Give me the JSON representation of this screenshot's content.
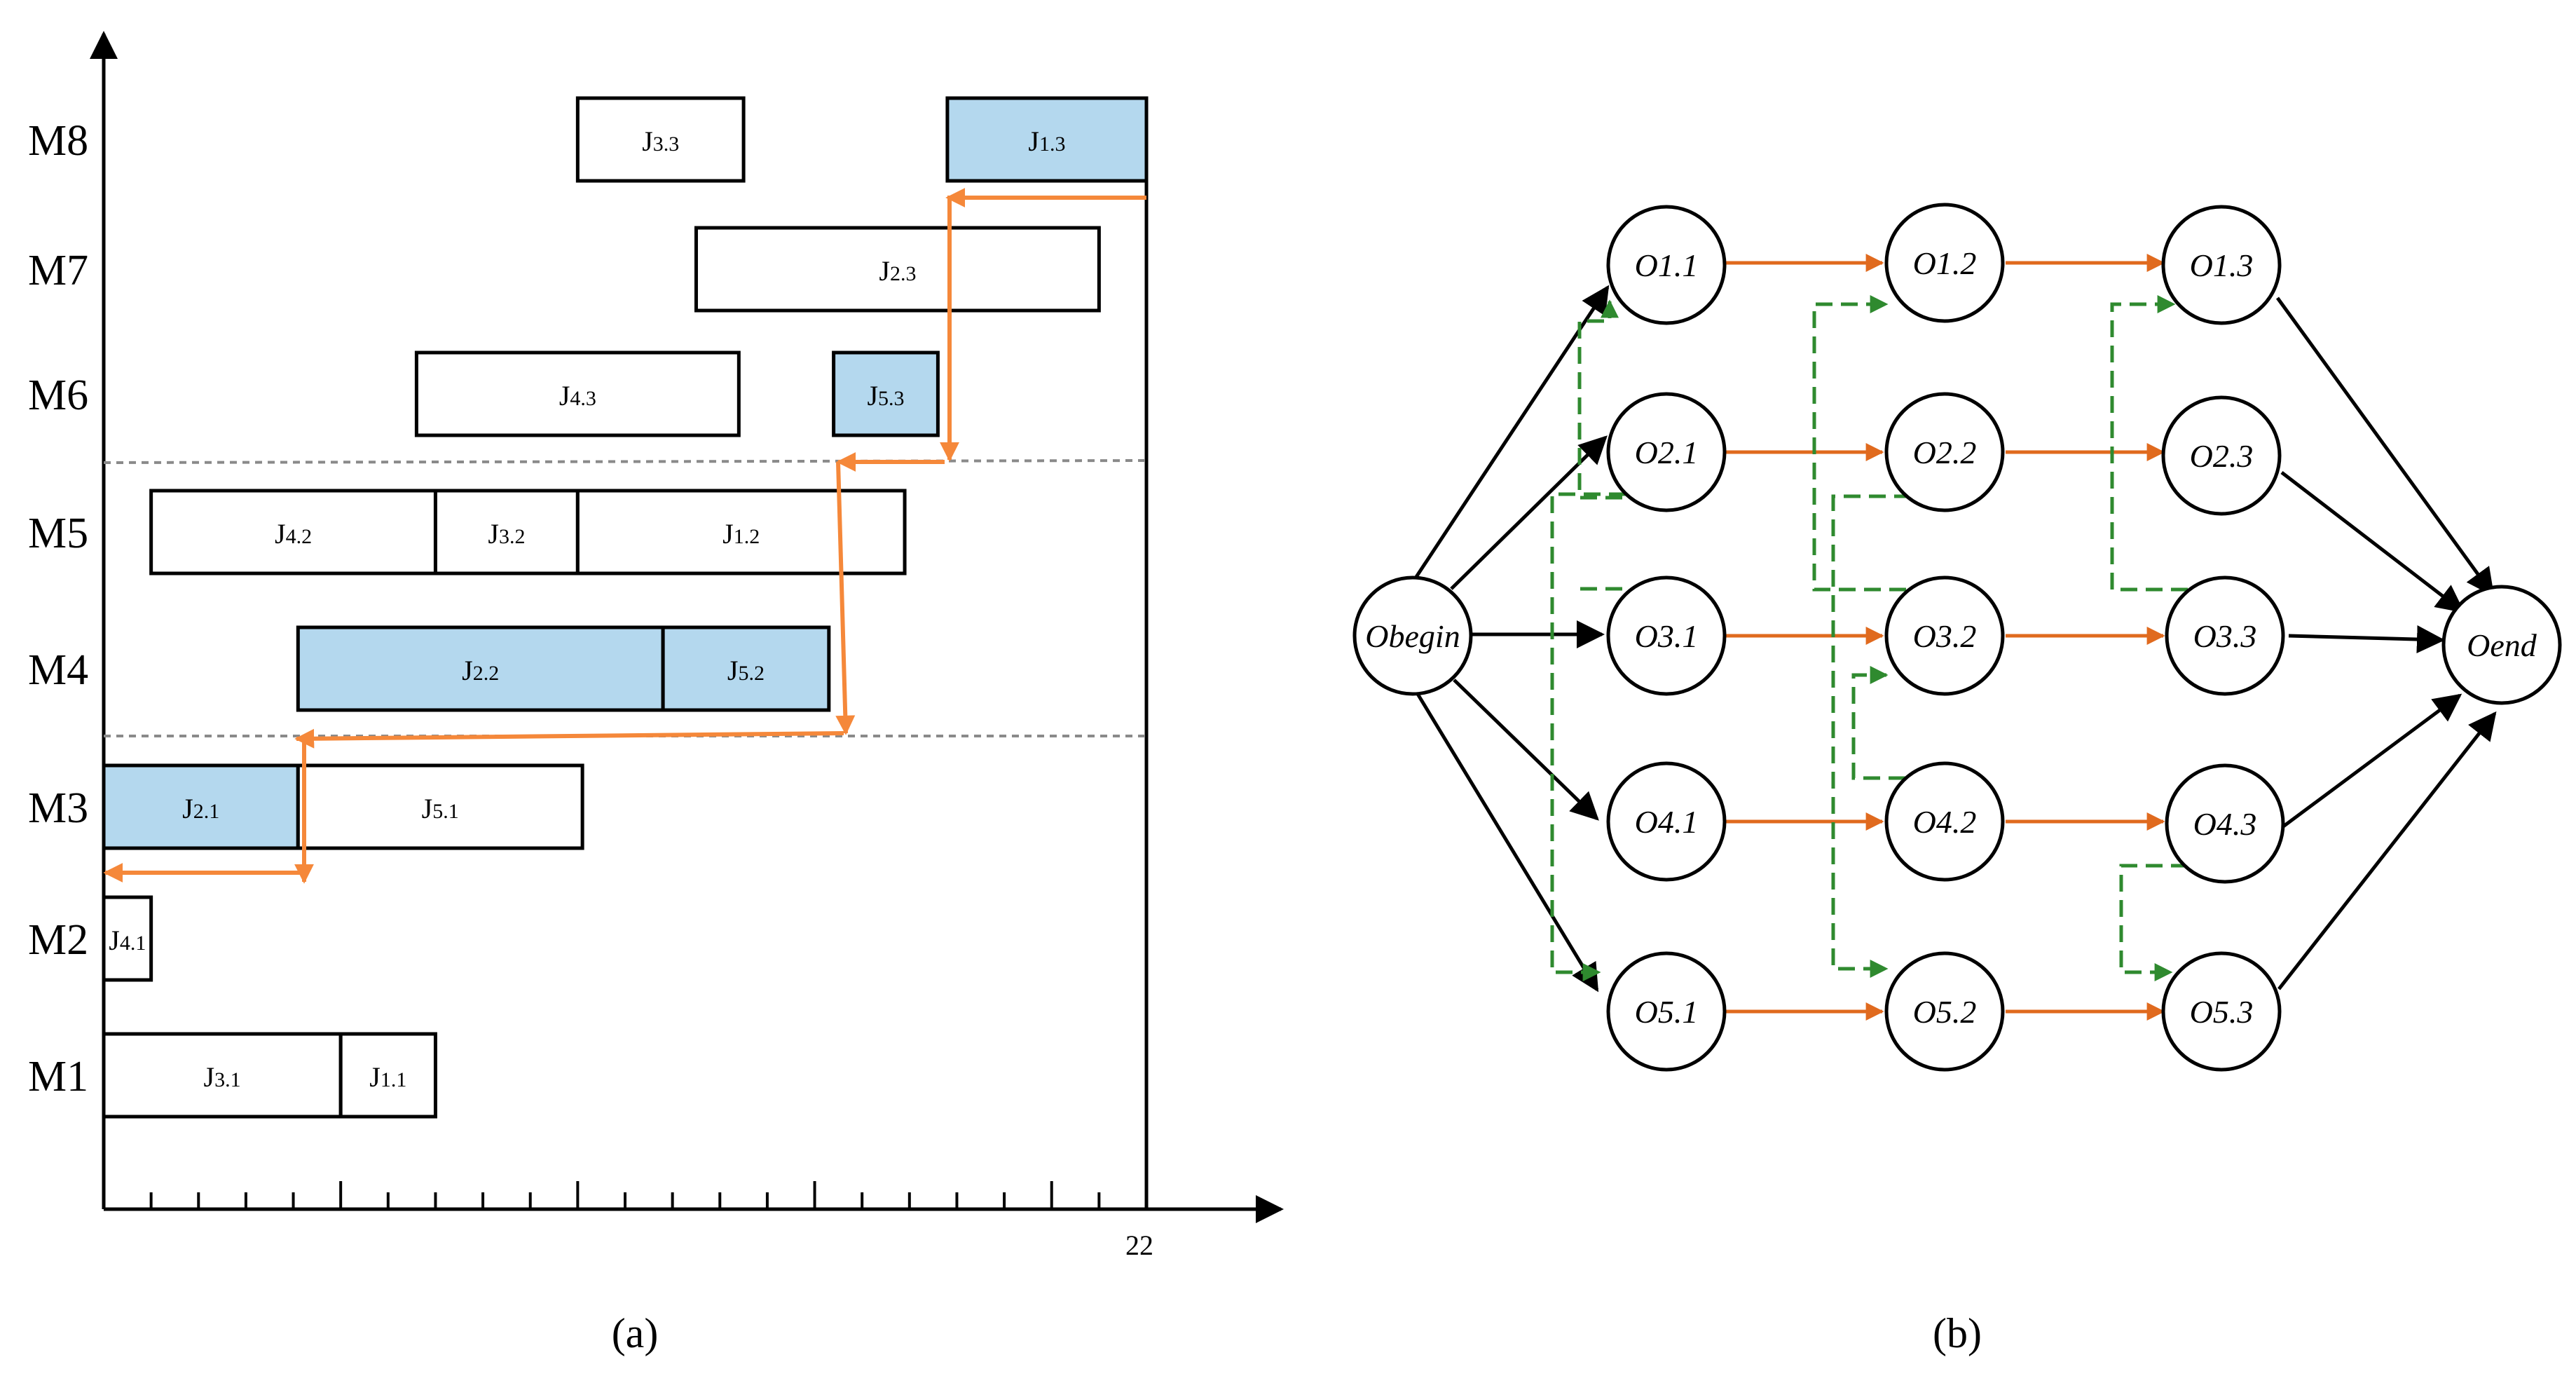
{
  "panel_a": {
    "label": "(a)",
    "x_tick_label": "22",
    "machines": [
      "M1",
      "M2",
      "M3",
      "M4",
      "M5",
      "M6",
      "M7",
      "M8"
    ],
    "operations": [
      {
        "machine": "M8",
        "text": "J",
        "sub": "3.3",
        "start": 10,
        "end": 13.5,
        "highlight": false
      },
      {
        "machine": "M8",
        "text": "J",
        "sub": "1.3",
        "start": 17.8,
        "end": 22,
        "highlight": true
      },
      {
        "machine": "M7",
        "text": "J",
        "sub": "2.3",
        "start": 12.5,
        "end": 21,
        "highlight": false
      },
      {
        "machine": "M6",
        "text": "J",
        "sub": "4.3",
        "start": 6.6,
        "end": 13.4,
        "highlight": false
      },
      {
        "machine": "M6",
        "text": "J",
        "sub": "5.3",
        "start": 15.4,
        "end": 17.6,
        "highlight": true
      },
      {
        "machine": "M5",
        "text": "J",
        "sub": "4.2",
        "start": 1,
        "end": 7,
        "highlight": false
      },
      {
        "machine": "M5",
        "text": "J",
        "sub": "3.2",
        "start": 7,
        "end": 10,
        "highlight": false
      },
      {
        "machine": "M5",
        "text": "J",
        "sub": "1.2",
        "start": 10,
        "end": 16.9,
        "highlight": false
      },
      {
        "machine": "M4",
        "text": "J",
        "sub": "2.2",
        "start": 4.1,
        "end": 11.8,
        "highlight": true
      },
      {
        "machine": "M4",
        "text": "J",
        "sub": "5.2",
        "start": 11.8,
        "end": 15.3,
        "highlight": true
      },
      {
        "machine": "M3",
        "text": "J",
        "sub": "2.1",
        "start": 0,
        "end": 4.1,
        "highlight": true
      },
      {
        "machine": "M3",
        "text": "J",
        "sub": "5.1",
        "start": 4.1,
        "end": 10.1,
        "highlight": false
      },
      {
        "machine": "M2",
        "text": "J",
        "sub": "4.1",
        "start": 0,
        "end": 1,
        "highlight": false
      },
      {
        "machine": "M1",
        "text": "J",
        "sub": "3.1",
        "start": 0,
        "end": 5,
        "highlight": false
      },
      {
        "machine": "M1",
        "text": "J",
        "sub": "1.1",
        "start": 5,
        "end": 7,
        "highlight": false
      }
    ]
  },
  "panel_b": {
    "label": "(b)",
    "nodes": [
      {
        "id": "begin",
        "text": "Obegin"
      },
      {
        "id": "end",
        "text": "Oend"
      },
      {
        "id": "1.1",
        "text": "O1.1"
      },
      {
        "id": "1.2",
        "text": "O1.2"
      },
      {
        "id": "1.3",
        "text": "O1.3"
      },
      {
        "id": "2.1",
        "text": "O2.1"
      },
      {
        "id": "2.2",
        "text": "O2.2"
      },
      {
        "id": "2.3",
        "text": "O2.3"
      },
      {
        "id": "3.1",
        "text": "O3.1"
      },
      {
        "id": "3.2",
        "text": "O3.2"
      },
      {
        "id": "3.3",
        "text": "O3.3"
      },
      {
        "id": "4.1",
        "text": "O4.1"
      },
      {
        "id": "4.2",
        "text": "O4.2"
      },
      {
        "id": "4.3",
        "text": "O4.3"
      },
      {
        "id": "5.1",
        "text": "O5.1"
      },
      {
        "id": "5.2",
        "text": "O5.2"
      },
      {
        "id": "5.3",
        "text": "O5.3"
      }
    ]
  },
  "colors": {
    "highlight_fill": "#b4d8ee",
    "critical_path": "#f5883a",
    "conjunctive_arc": "#e06a1e",
    "disjunctive_arc": "#2f8a2f",
    "separator": "#8a8a8a"
  }
}
